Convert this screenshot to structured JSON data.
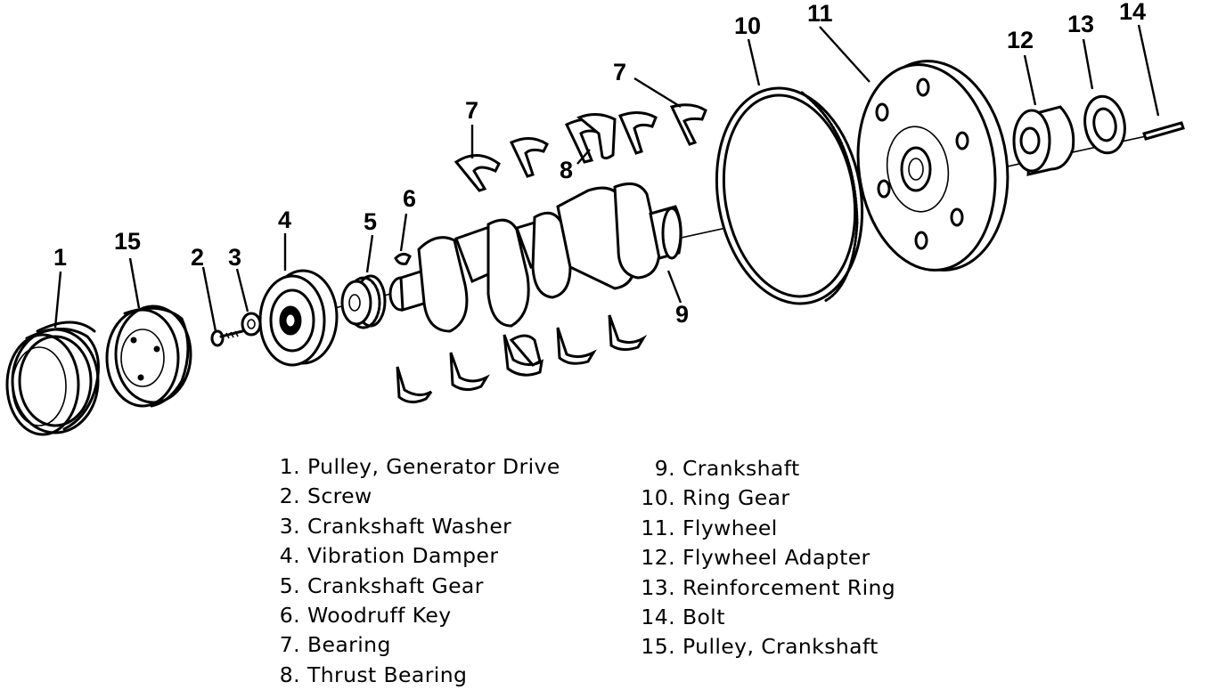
{
  "diagram": {
    "callouts": [
      {
        "key": "1",
        "text": "1"
      },
      {
        "key": "15",
        "text": "15"
      },
      {
        "key": "2",
        "text": "2"
      },
      {
        "key": "3",
        "text": "3"
      },
      {
        "key": "4",
        "text": "4"
      },
      {
        "key": "5",
        "text": "5"
      },
      {
        "key": "6",
        "text": "6"
      },
      {
        "key": "7a",
        "text": "7"
      },
      {
        "key": "7b",
        "text": "7"
      },
      {
        "key": "8",
        "text": "8"
      },
      {
        "key": "9",
        "text": "9"
      },
      {
        "key": "10",
        "text": "10"
      },
      {
        "key": "11",
        "text": "11"
      },
      {
        "key": "12",
        "text": "12"
      },
      {
        "key": "13",
        "text": "13"
      },
      {
        "key": "14",
        "text": "14"
      }
    ]
  },
  "legend": {
    "left": [
      {
        "num": "1.",
        "label": "Pulley, Generator Drive"
      },
      {
        "num": "2.",
        "label": "Screw"
      },
      {
        "num": "3.",
        "label": "Crankshaft Washer"
      },
      {
        "num": "4.",
        "label": "Vibration Damper"
      },
      {
        "num": "5.",
        "label": "Crankshaft Gear"
      },
      {
        "num": "6.",
        "label": "Woodruff Key"
      },
      {
        "num": "7.",
        "label": "Bearing"
      },
      {
        "num": "8.",
        "label": "Thrust Bearing"
      }
    ],
    "right": [
      {
        "num": "9.",
        "label": "Crankshaft"
      },
      {
        "num": "10.",
        "label": "Ring Gear"
      },
      {
        "num": "11.",
        "label": "Flywheel"
      },
      {
        "num": "12.",
        "label": "Flywheel Adapter"
      },
      {
        "num": "13.",
        "label": "Reinforcement Ring"
      },
      {
        "num": "14.",
        "label": "Bolt"
      },
      {
        "num": "15.",
        "label": "Pulley, Crankshaft"
      }
    ]
  }
}
